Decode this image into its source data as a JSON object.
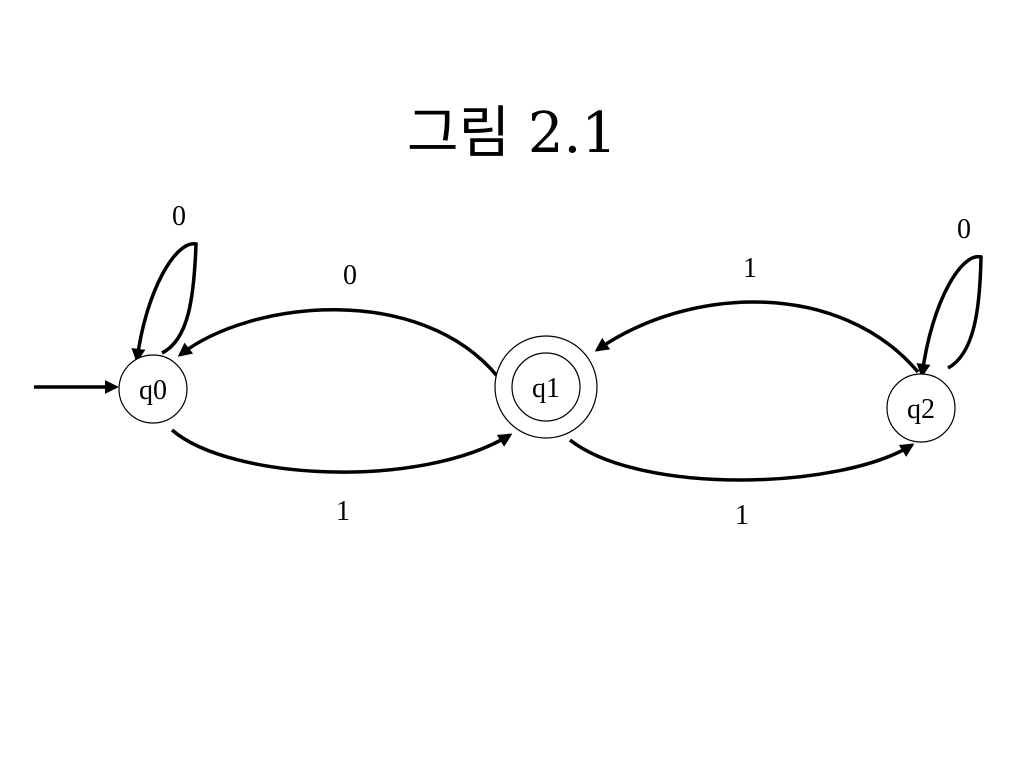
{
  "title": "그림 2.1",
  "states": [
    {
      "id": "q0",
      "label": "q0",
      "start": true,
      "accepting": false
    },
    {
      "id": "q1",
      "label": "q1",
      "start": false,
      "accepting": true
    },
    {
      "id": "q2",
      "label": "q2",
      "start": false,
      "accepting": false
    }
  ],
  "transitions": [
    {
      "from": "q0",
      "to": "q0",
      "label": "0"
    },
    {
      "from": "q0",
      "to": "q1",
      "label": "1"
    },
    {
      "from": "q1",
      "to": "q0",
      "label": "0"
    },
    {
      "from": "q1",
      "to": "q2",
      "label": "1"
    },
    {
      "from": "q2",
      "to": "q1",
      "label": "1"
    },
    {
      "from": "q2",
      "to": "q2",
      "label": "0"
    }
  ]
}
